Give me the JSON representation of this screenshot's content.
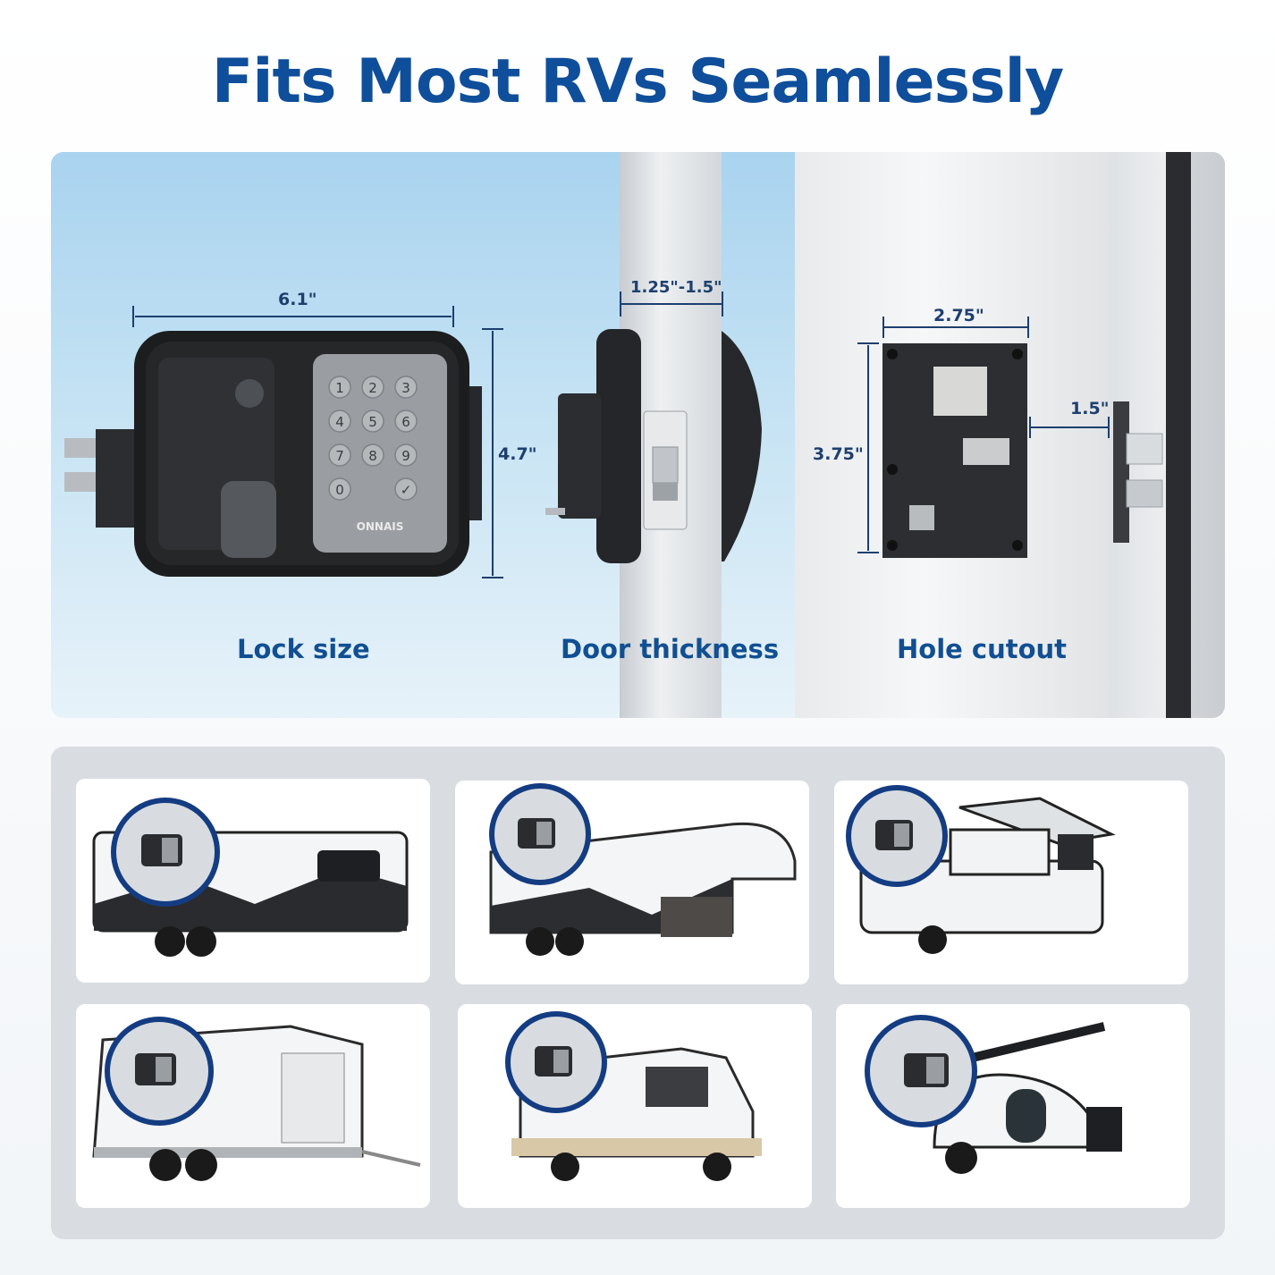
{
  "title": "Fits Most RVs Seamlessly",
  "panels": {
    "lock_size": {
      "caption": "Lock size",
      "width_label": "6.1\"",
      "height_label": "4.7\""
    },
    "door_thickness": {
      "caption": "Door thickness",
      "thickness_label": "1.25\"-1.5\""
    },
    "hole_cutout": {
      "caption": "Hole cutout",
      "width_label": "2.75\"",
      "height_label": "3.75\"",
      "offset_label": "1.5\""
    }
  },
  "lock": {
    "brand": "ONNAIS",
    "keys": [
      "1",
      "2",
      "3",
      "4",
      "5",
      "6",
      "7",
      "8",
      "9",
      "0",
      "✓"
    ]
  },
  "rv_gallery": [
    {
      "name": "travel-trailer"
    },
    {
      "name": "fifth-wheel"
    },
    {
      "name": "popup-camper"
    },
    {
      "name": "cargo-trailer"
    },
    {
      "name": "food-truck"
    },
    {
      "name": "teardrop-trailer"
    }
  ],
  "colors": {
    "title": "#0f4e9a",
    "accent": "#1b4f9c",
    "panel_sky": "#b9dcf2"
  }
}
